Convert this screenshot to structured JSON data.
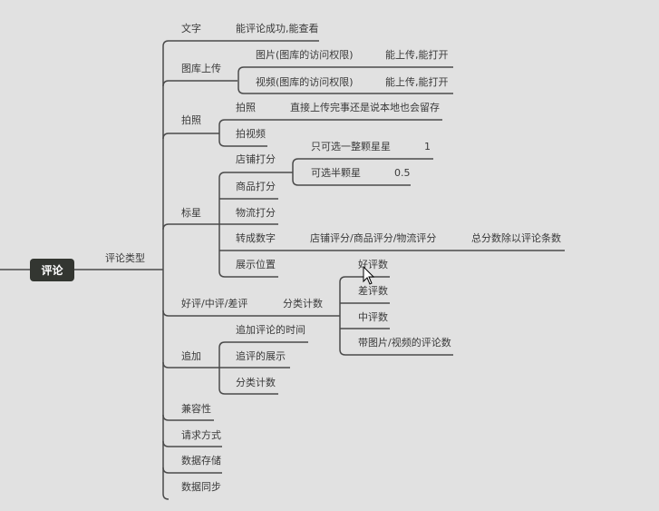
{
  "root": "评论",
  "main_branch": "评论类型",
  "nodes": {
    "text": {
      "label": "文字",
      "child": "能评论成功,能查看"
    },
    "gallery": {
      "label": "图库上传",
      "image": "图片(图库的访问权限)",
      "image_result": "能上传,能打开",
      "video": "视频(图库的访问权限)",
      "video_result": "能上传,能打开"
    },
    "camera": {
      "label": "拍照",
      "photo": "拍照",
      "photo_note": "直接上传完事还是说本地也会留存",
      "video": "拍视频"
    },
    "stars": {
      "label": "标星",
      "shop": "店铺打分",
      "whole": "只可选一整颗星星",
      "whole_val": "1",
      "half": "可选半颗星",
      "half_val": "0.5",
      "product": "商品打分",
      "logistics": "物流打分",
      "to_number": "转成数字",
      "to_number_child": "店铺评分/商品评分/物流评分",
      "to_number_formula": "总分数除以评论条数",
      "display": "展示位置"
    },
    "rating": {
      "label": "好评/中评/差评",
      "count": "分类计数",
      "good": "好评数",
      "bad": "差评数",
      "mid": "中评数",
      "media": "带图片/视频的评论数"
    },
    "append": {
      "label": "追加",
      "time": "追加评论的时间",
      "display": "追评的展示",
      "count": "分类计数"
    },
    "compat": "兼容性",
    "request": "请求方式",
    "storage": "数据存储",
    "sync": "数据同步"
  }
}
